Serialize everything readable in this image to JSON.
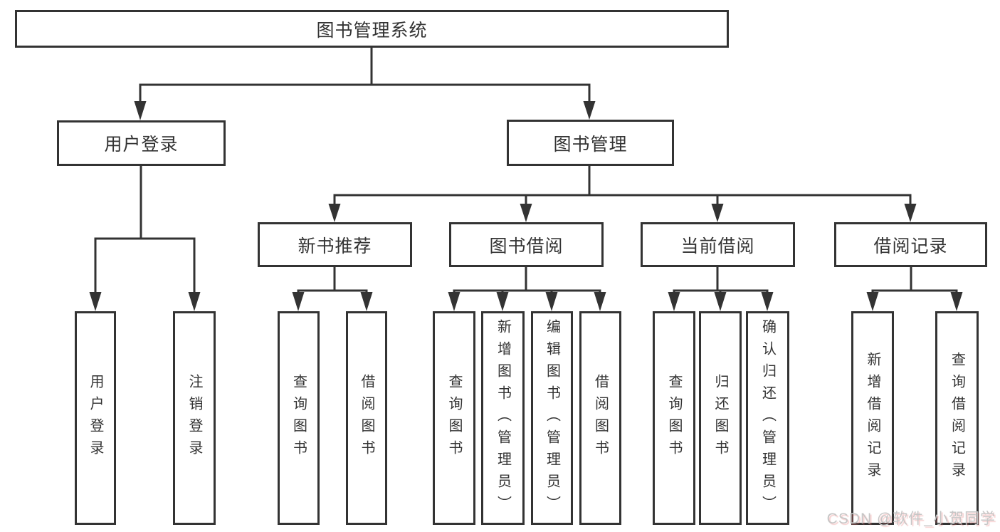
{
  "diagram": {
    "root": {
      "label": "图书管理系统"
    },
    "level2": [
      {
        "label": "用户登录"
      },
      {
        "label": "图书管理"
      }
    ],
    "level3": [
      {
        "label": "新书推荐"
      },
      {
        "label": "图书借阅"
      },
      {
        "label": "当前借阅"
      },
      {
        "label": "借阅记录"
      }
    ],
    "leaves": {
      "user_login": [
        "用户登录",
        "注销登录"
      ],
      "new_books": [
        "查询图书",
        "借阅图书"
      ],
      "book_borrow": [
        "查询图书",
        "新增图书（管理员）",
        "编辑图书（管理员）",
        "借阅图书"
      ],
      "current_borrow": [
        "查询图书",
        "归还图书",
        "确认归还（管理员）"
      ],
      "borrow_records": [
        "新增借阅记录",
        "查询借阅记录"
      ]
    }
  },
  "watermark": {
    "text": "CSDN @软件_小贺同学"
  },
  "colors": {
    "line": "#333333",
    "box_border": "#333333",
    "text": "#333333",
    "background": "#ffffff",
    "watermark_gray": "#c6c6c6",
    "watermark_red_shadow": "#e87474"
  }
}
